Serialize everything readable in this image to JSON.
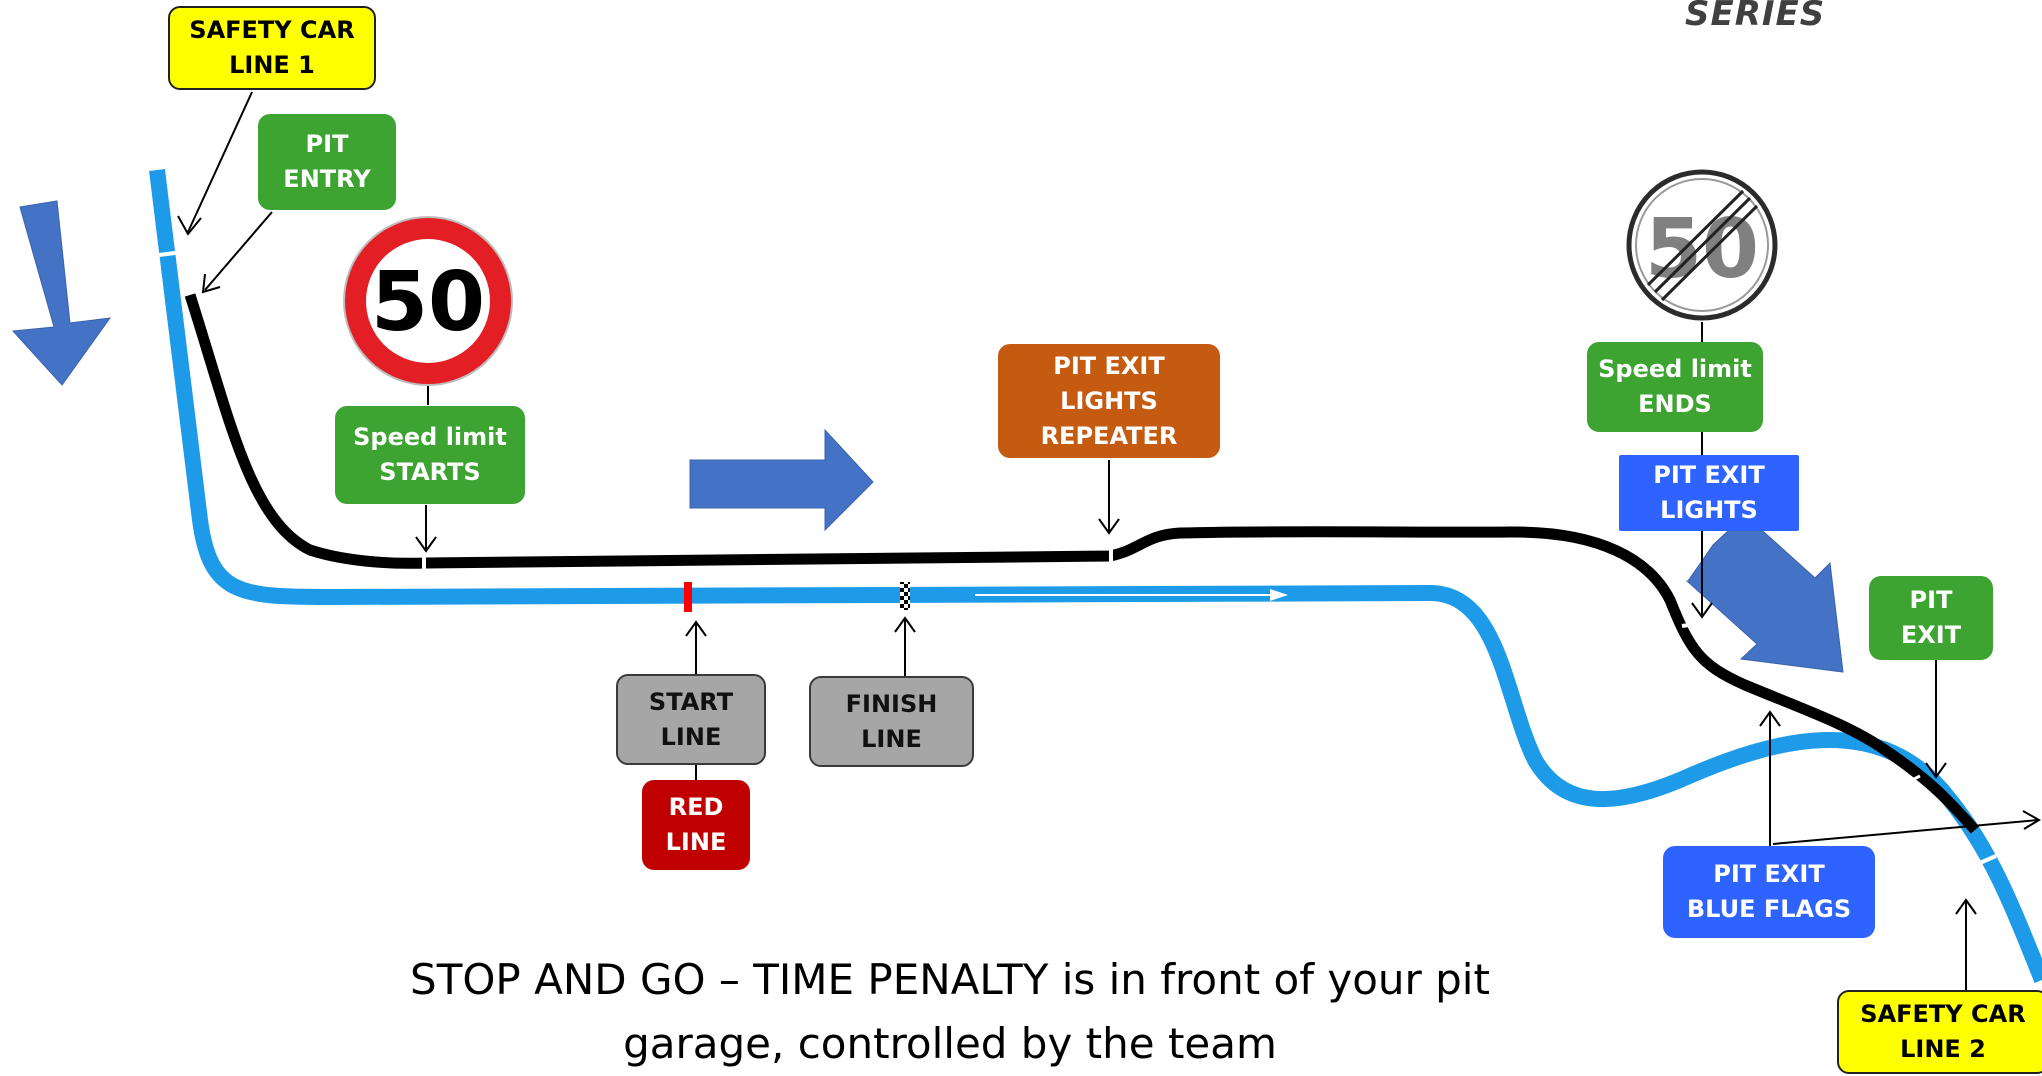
{
  "logo": "SERIES",
  "labels": {
    "safety_car_1": [
      "SAFETY CAR",
      "LINE 1"
    ],
    "pit_entry": [
      "PIT",
      "ENTRY"
    ],
    "speed_starts": [
      "Speed limit",
      "STARTS"
    ],
    "pit_exit_repeater": [
      "PIT EXIT",
      "LIGHTS",
      "REPEATER"
    ],
    "speed_ends": [
      "Speed limit",
      "ENDS"
    ],
    "pit_exit_lights": [
      "PIT EXIT",
      "LIGHTS"
    ],
    "pit_exit": [
      "PIT",
      "EXIT"
    ],
    "start_line": [
      "START",
      "LINE"
    ],
    "red_line": [
      "RED",
      "LINE"
    ],
    "finish_line": [
      "FINISH",
      "LINE"
    ],
    "blue_flags": [
      "PIT EXIT",
      "BLUE FLAGS"
    ],
    "safety_car_2": [
      "SAFETY CAR",
      "LINE 2"
    ]
  },
  "signs": {
    "speed_limit": "50",
    "end_limit": "50"
  },
  "note": [
    "STOP AND GO – TIME PENALTY is in front of your pit",
    "garage, controlled by the team"
  ],
  "colors": {
    "track_blue": "#1e9be8",
    "pit_lane_black": "#000000",
    "arrow_blue": "#4472c4",
    "green": "#3ea431",
    "orange": "#c55a11",
    "label_blue": "#2f63ff",
    "red": "#c00000",
    "grey": "#a6a6a6",
    "yellow": "#ffff00"
  }
}
